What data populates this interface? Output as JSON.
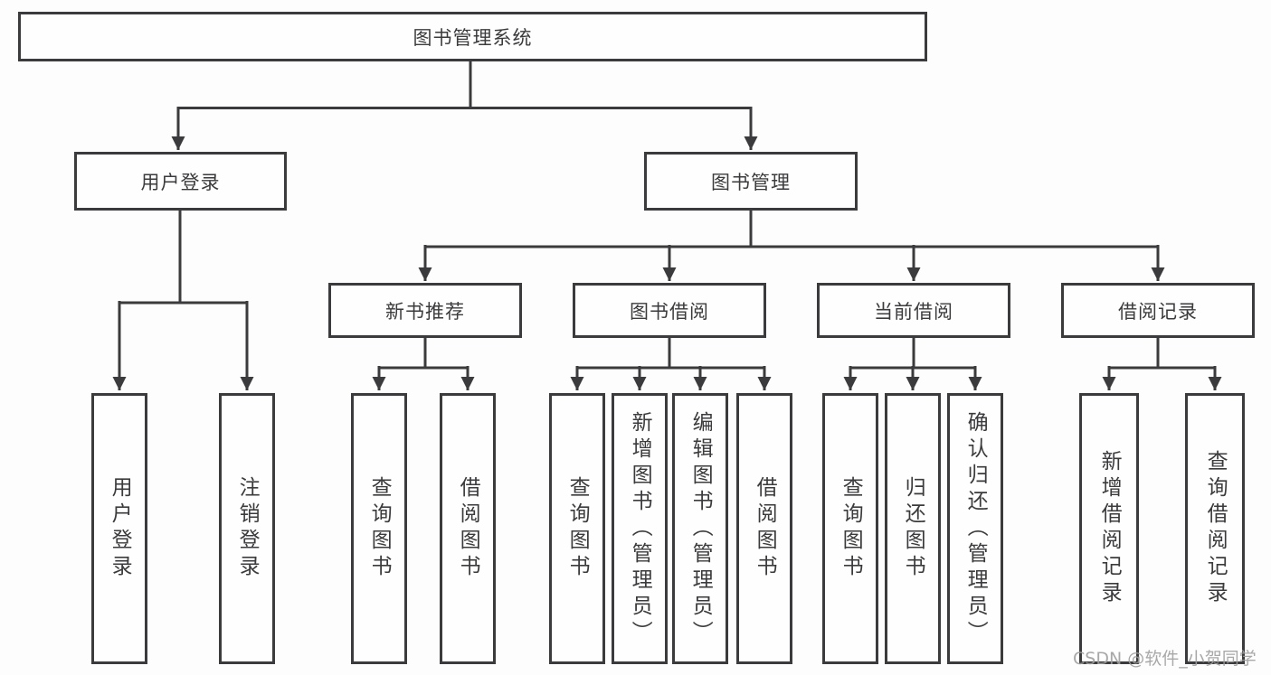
{
  "diagram": {
    "root": "图书管理系统",
    "level2": {
      "user_login": "用户登录",
      "book_management": "图书管理"
    },
    "level3": {
      "new_books": "新书推荐",
      "book_borrow": "图书借阅",
      "current_borrow": "当前借阅",
      "borrow_records": "借阅记录"
    },
    "leaves": {
      "user_login": [
        "用户登录",
        "注销登录"
      ],
      "new_books": [
        "查询图书",
        "借阅图书"
      ],
      "book_borrow": [
        "查询图书",
        "新增图书（管理员）",
        "编辑图书（管理员）",
        "借阅图书"
      ],
      "current_borrow": [
        "查询图书",
        "归还图书",
        "确认归还（管理员）"
      ],
      "borrow_records": [
        "新增借阅记录",
        "查询借阅记录"
      ]
    }
  },
  "watermark": "CSDN @软件_小贺同学",
  "colors": {
    "line": "#3b3b3d",
    "text": "#3b3b3d",
    "watermark": "#9e9e9e",
    "background": "#fdfdfd"
  }
}
